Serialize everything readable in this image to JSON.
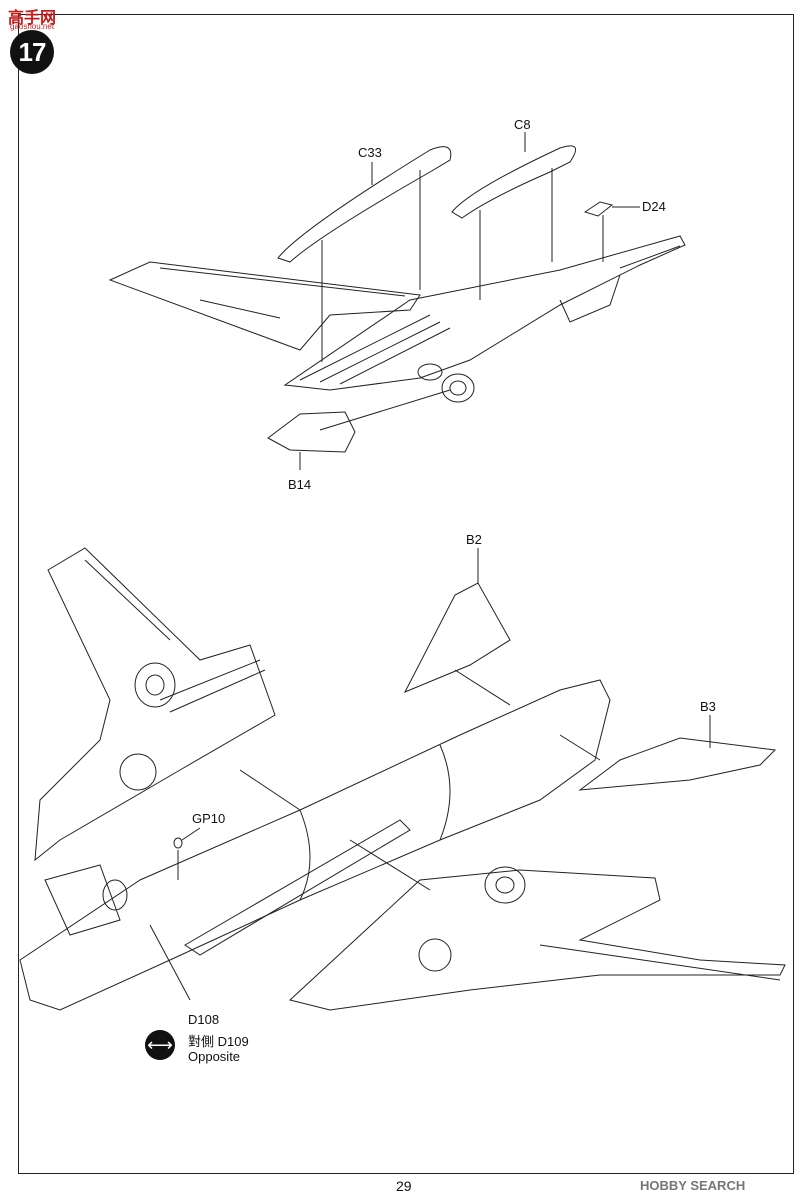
{
  "header": {
    "logo_text": "高手网",
    "logo_sub": "gaoshou.net",
    "step_number": "17"
  },
  "parts": {
    "c33": "C33",
    "c8": "C8",
    "d24": "D24",
    "b14": "B14",
    "b2": "B2",
    "b3": "B3",
    "gp10": "GP10",
    "d108": "D108"
  },
  "opposite_note": {
    "line1": "對側 D109",
    "line2": "Opposite",
    "icon": "double-arrow-icon"
  },
  "footer": {
    "page_number": "29",
    "watermark": "HOBBY SEARCH"
  }
}
